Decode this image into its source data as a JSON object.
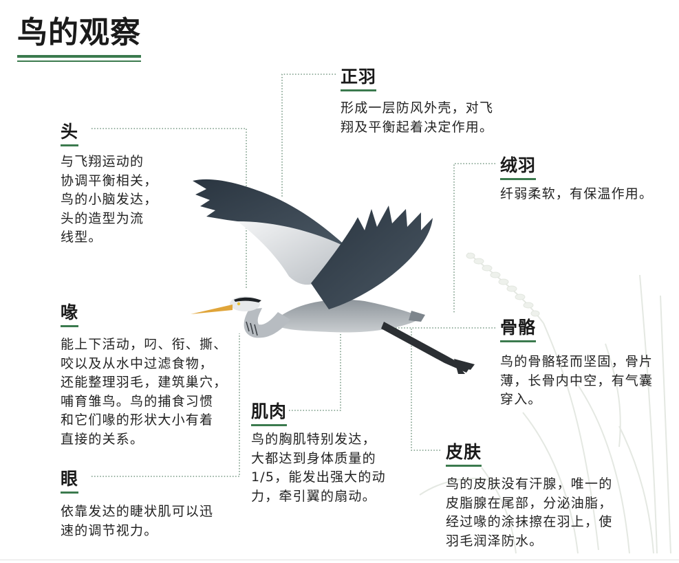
{
  "title": "鸟的观察",
  "colors": {
    "accent": "#3b7a4e",
    "connector": "#557f65",
    "text": "#1c1c1c"
  },
  "sections": {
    "head": {
      "label": "头",
      "lines": [
        "与飞翔运动的",
        "协调平衡相关，",
        "鸟的小脑发达，",
        "头的造型为流",
        "线型。"
      ]
    },
    "beak": {
      "label": "喙",
      "lines": [
        "能上下活动，叼、衔、撕、",
        "咬以及从水中过滤食物，",
        "还能整理羽毛，建筑巢穴，",
        "哺育雏鸟。鸟的捕食习惯",
        "和它们喙的形状大小有着",
        "直接的关系。"
      ]
    },
    "eye": {
      "label": "眼",
      "lines": [
        "依靠发达的睫状肌可以迅",
        "速的调节视力。"
      ]
    },
    "contour_feather": {
      "label": "正羽",
      "lines": [
        "形成一层防风外壳，对飞",
        "翔及平衡起着决定作用。"
      ]
    },
    "down_feather": {
      "label": "绒羽",
      "lines": [
        "纤弱柔软，有保温作用。"
      ]
    },
    "skeleton": {
      "label": "骨骼",
      "lines": [
        "鸟的骨骼轻而坚固，骨片",
        "薄，长骨内中空，有气囊",
        "穿入。"
      ]
    },
    "muscle": {
      "label": "肌肉",
      "lines": [
        "鸟的胸肌特别发达，",
        "大都达到身体质量的",
        "1/5，能发出强大的动",
        "力，牵引翼的扇动。"
      ]
    },
    "skin": {
      "label": "皮肤",
      "lines": [
        "鸟的皮肤没有汗腺，唯一的",
        "皮脂腺在尾部，分泌油脂，",
        "经过喙的涂抹擦在羽上，使",
        "羽毛润泽防水。"
      ]
    }
  }
}
